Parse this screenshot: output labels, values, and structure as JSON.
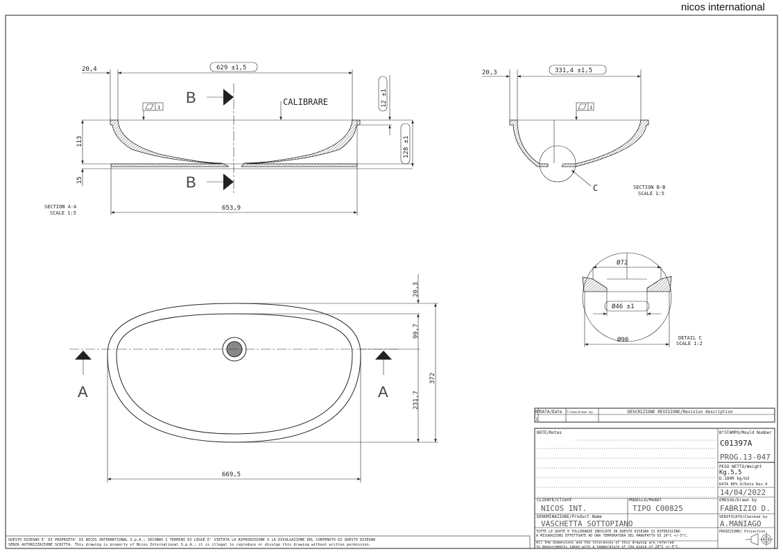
{
  "logo": "nicos international",
  "section_aa": {
    "dim_top": "629 ±1,5",
    "dim_left_offset": "20,4",
    "dim_bottom": "653,9",
    "dim_height": "113",
    "dim_base": "15",
    "dim_flange": "12 ±1",
    "dim_depth": "128 ±1",
    "calibrare": "CALIBRARE",
    "cut_label": "B",
    "flatness": "1",
    "title": "SECTION A-A",
    "scale": "SCALE 1:5"
  },
  "section_bb": {
    "dim_top": "331,4 ±1,5",
    "dim_left_offset": "20,3",
    "flatness": "1",
    "detail_label": "C",
    "title": "SECTION B-B",
    "scale": "SCALE 1:5"
  },
  "detail_c": {
    "d72": "Ø72",
    "d46": "Ø46 ±1",
    "d90": "Ø90",
    "title": "DETAIL C",
    "scale": "SCALE 1:2"
  },
  "plan": {
    "d_top": "20,3",
    "d_upper": "99,7",
    "d_lower": "231,7",
    "d_total": "372",
    "d_width": "669,5",
    "cut_label": "A"
  },
  "revision": {
    "headers": [
      "N°",
      "DATA/Date",
      "Firma/drawn by",
      "DESCRIZIONE REVISIONE/Revision description"
    ],
    "row": [
      "1",
      "",
      "",
      ""
    ]
  },
  "title_block": {
    "notes_label": "NOTE/Notes",
    "mould_label": "N°STAMPO/Mould Number",
    "mould": "C01397A",
    "prog": "PROG.13-047",
    "weight_label": "PESO NETTO/Weight",
    "weight": "Kg.5,5",
    "density": "D.1800 kg/m3",
    "date_label": "DATA REV.0/Date Rev.0",
    "date": "14/04/2022",
    "client_label": "CLIENTE/Client",
    "client": "NICOS INT.",
    "model_label": "MODELLO/Model",
    "model": "TIPO C00825",
    "drawn_label": "EMESSO/Drawn by",
    "drawn": "FABRIZIO D.",
    "product_label": "DENOMINAZIONE/Product Name",
    "product": "VASCHETTA SOTTOPIANO",
    "checked_label": "VERIFICATO/Checked by",
    "checked": "A.MANIAGO",
    "tol_it_1": "TUTTE LE QUOTE E TOLLERANZE INDICATE IN QUESTO DISEGNO SI RIFERISCONO",
    "tol_it_2": "A MISURAZIONI EFFETTUATE AD UNA TEMPERATURA DEL MANUFATTO DI 20°C +/-5°C.",
    "tol_en_1": "All the dimensions and the tolerances of this drawing are referred",
    "tol_en_2": "to measurements taken with a temperature of the piece of 20°C +/-5°C.",
    "projection_label": "PROIEZIONE/ Projection"
  },
  "footer": {
    "line1": "QUESTO DISEGNO E' DI PROPRIETA' DI NICOS INTERNATIONAL S.p.A.; SECONDO I TERMINI DI LEGGE E' VIETATA LA RIPRODUZIONE O LA DIVULGAZIONE DEL CONTENUTO DI QUESTO DISEGNO",
    "line2": "SENZA AUTORIZZAZIONE SCRITTA. This drawing is property of Nicos International S.p.A.; it is illegal to reproduce or divulge this drawing without written permission."
  }
}
